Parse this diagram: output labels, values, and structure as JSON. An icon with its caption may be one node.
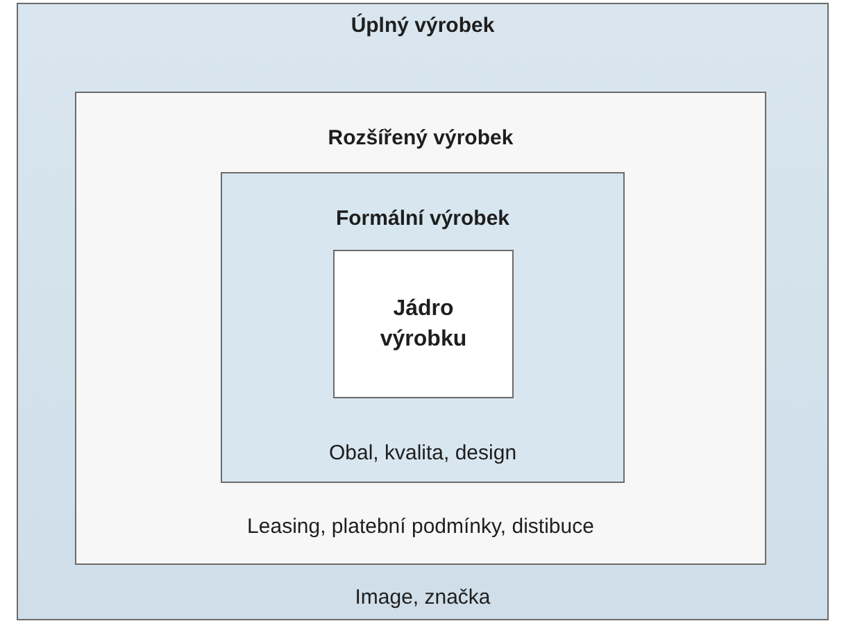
{
  "diagram": {
    "nodes": [
      {
        "text": [
          "Úplný výrobek",
          "Image, značka"
        ]
      },
      {
        "text": [
          "Rozšířený výrobek",
          "Leasing, platební podmínky, distibuce"
        ],
        "in": 0
      },
      {
        "text": [
          "Formální výrobek",
          "Obal, kvalita, design"
        ],
        "in": 1
      },
      {
        "text": [
          "Jádro výrobku"
        ],
        "in": 2
      }
    ]
  }
}
